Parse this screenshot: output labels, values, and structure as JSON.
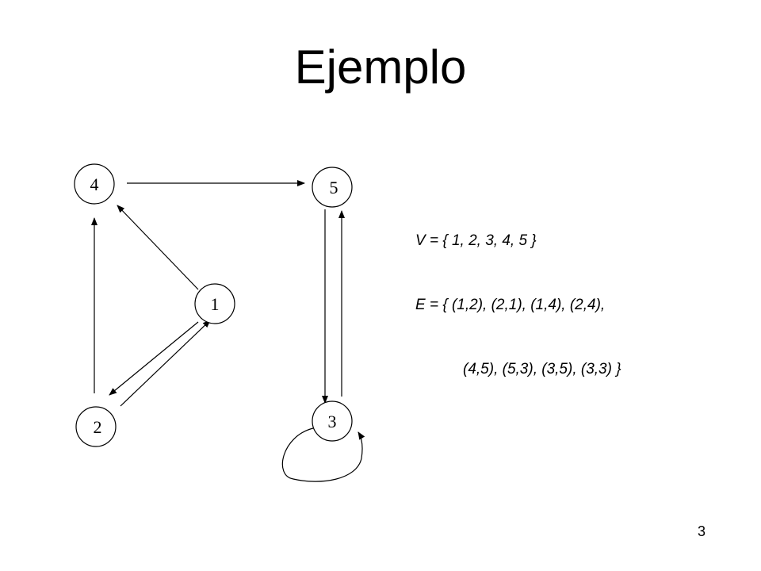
{
  "slide": {
    "title": "Ejemplo",
    "page_number": "3"
  },
  "graph": {
    "nodes": [
      {
        "id": "4",
        "label": "4"
      },
      {
        "id": "5",
        "label": "5"
      },
      {
        "id": "1",
        "label": "1"
      },
      {
        "id": "2",
        "label": "2"
      },
      {
        "id": "3",
        "label": "3"
      }
    ],
    "edges": [
      {
        "from": "1",
        "to": "2"
      },
      {
        "from": "2",
        "to": "1"
      },
      {
        "from": "1",
        "to": "4"
      },
      {
        "from": "2",
        "to": "4"
      },
      {
        "from": "4",
        "to": "5"
      },
      {
        "from": "5",
        "to": "3"
      },
      {
        "from": "3",
        "to": "5"
      },
      {
        "from": "3",
        "to": "3"
      }
    ],
    "stroke_color": "#000000"
  },
  "definitions": {
    "vertices_line": "V = { 1, 2, 3, 4, 5 }",
    "edges_line_1": "E = { (1,2), (2,1), (1,4), (2,4),",
    "edges_line_2": "(4,5), (5,3), (3,5), (3,3) }"
  }
}
